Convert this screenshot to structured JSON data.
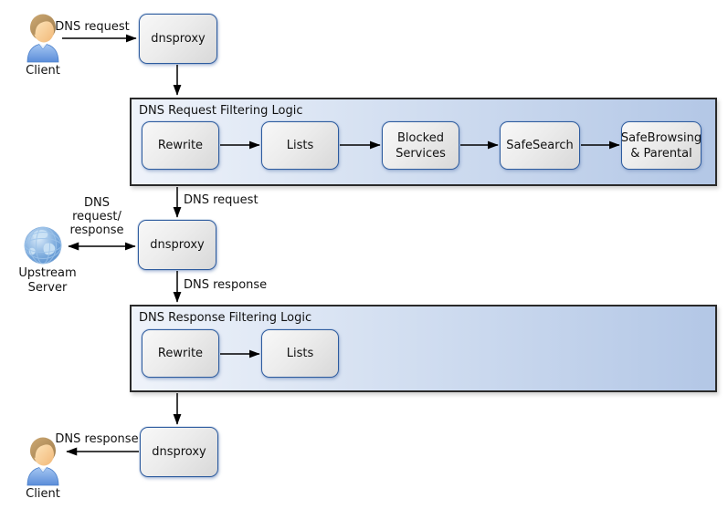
{
  "nodes": {
    "client_top": "Client",
    "client_bottom": "Client",
    "upstream_server": "Upstream\nServer",
    "dnsproxy_top": "dnsproxy",
    "dnsproxy_mid": "dnsproxy",
    "dnsproxy_bottom": "dnsproxy"
  },
  "containers": {
    "request": {
      "title": "DNS Request Filtering Logic",
      "steps": [
        "Rewrite",
        "Lists",
        "Blocked Services",
        "SafeSearch",
        "SafeBrowsing & Parental"
      ]
    },
    "response": {
      "title": "DNS Response Filtering Logic",
      "steps": [
        "Rewrite",
        "Lists"
      ]
    }
  },
  "edge_labels": {
    "client_to_proxy": "DNS request",
    "filter_to_proxy": "DNS request",
    "upstream_exchange": "DNS\nrequest/\nresponse",
    "proxy_to_filter2": "DNS response",
    "proxy_to_client": "DNS response"
  },
  "colors": {
    "node_border": "#2d5b9e",
    "node_fill_light": "#f8f8f8",
    "node_fill_dark": "#d8d8d8",
    "container_border": "#2a2a2a",
    "container_fill_left": "#eff3fa",
    "container_fill_right": "#b3c7e6",
    "arrow": "#000000",
    "text": "#111111"
  }
}
